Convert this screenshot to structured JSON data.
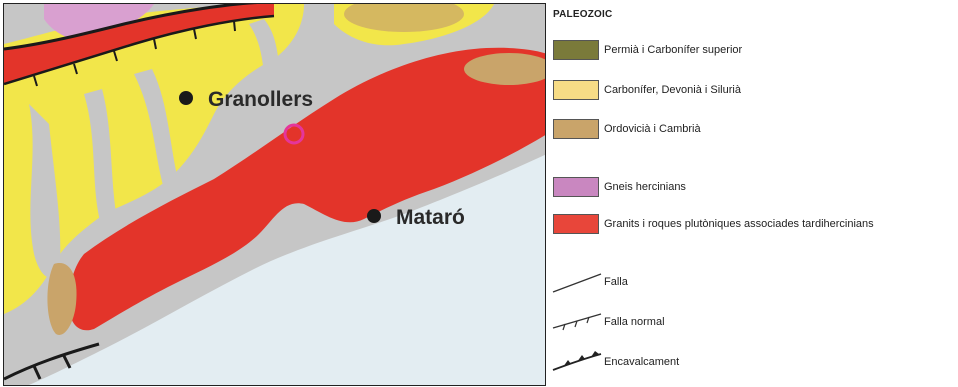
{
  "map": {
    "cities": [
      {
        "name": "Granollers"
      },
      {
        "name": "Mataró"
      }
    ]
  },
  "legend": {
    "heading": "PALEOZOIC",
    "items": [
      {
        "label": "Permià i Carbonífer superior",
        "color": "#7a7a3a"
      },
      {
        "label": "Carbonífer, Devonià i Silurià",
        "color": "#f7dc86"
      },
      {
        "label": "Ordovicià i Cambrià",
        "color": "#c9a46a"
      },
      {
        "label": "Gneis hercinians",
        "color": "#c987c0"
      },
      {
        "label": "Granits i roques plutòniques associades tardihercinians",
        "color": "#e8463a"
      }
    ],
    "symbols": [
      {
        "label": "Falla",
        "icon": "fault-line-icon"
      },
      {
        "label": "Falla normal",
        "icon": "normal-fault-icon"
      },
      {
        "label": "Encavalcament",
        "icon": "thrust-fault-icon"
      }
    ]
  }
}
